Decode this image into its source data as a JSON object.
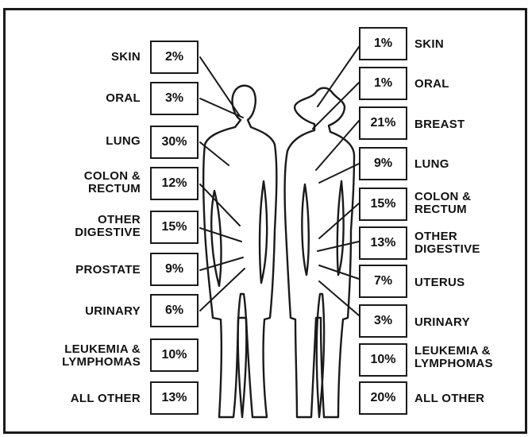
{
  "left": {
    "entries": [
      {
        "label": "SKIN",
        "pct": "2%"
      },
      {
        "label": "ORAL",
        "pct": "3%"
      },
      {
        "label": "LUNG",
        "pct": "30%"
      },
      {
        "label": "COLON &\nRECTUM",
        "pct": "12%"
      },
      {
        "label": "OTHER\nDIGESTIVE",
        "pct": "15%"
      },
      {
        "label": "PROSTATE",
        "pct": "9%"
      },
      {
        "label": "URINARY",
        "pct": "6%"
      },
      {
        "label": "LEUKEMIA &\nLYMPHOMAS",
        "pct": "10%"
      },
      {
        "label": "ALL OTHER",
        "pct": "13%"
      }
    ]
  },
  "right": {
    "entries": [
      {
        "label": "SKIN",
        "pct": "1%"
      },
      {
        "label": "ORAL",
        "pct": "1%"
      },
      {
        "label": "BREAST",
        "pct": "21%"
      },
      {
        "label": "LUNG",
        "pct": "9%"
      },
      {
        "label": "COLON &\nRECTUM",
        "pct": "15%"
      },
      {
        "label": "OTHER\nDIGESTIVE",
        "pct": "13%"
      },
      {
        "label": "UTERUS",
        "pct": "7%"
      },
      {
        "label": "URINARY",
        "pct": "3%"
      },
      {
        "label": "LEUKEMIA &\nLYMPHOMAS",
        "pct": "10%"
      },
      {
        "label": "ALL OTHER",
        "pct": "20%"
      }
    ]
  }
}
